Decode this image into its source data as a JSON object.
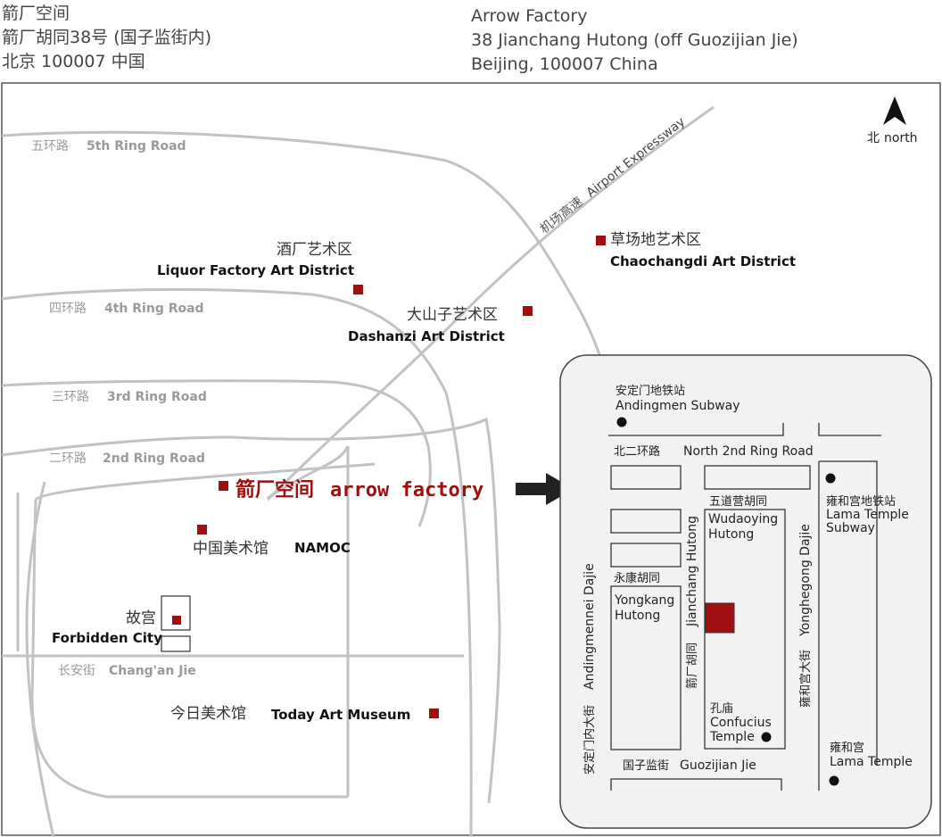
{
  "address_cn": {
    "line1": "箭厂空间",
    "line2": "箭厂胡同38号 (国子监街内)",
    "line3": "北京 100007 中国"
  },
  "address_en": {
    "line1": "Arrow Factory",
    "line2": "38 Jianchang Hutong (off Guozijian Jie)",
    "line3": "Beijing, 100007 China"
  },
  "north": {
    "cn": "北",
    "en": "north"
  },
  "roads": {
    "ring5_cn": "五环路",
    "ring5_en": "5th Ring Road",
    "ring4_cn": "四环路",
    "ring4_en": "4th Ring Road",
    "ring3_cn": "三环路",
    "ring3_en": "3rd Ring Road",
    "ring2_cn": "二环路",
    "ring2_en": "2nd Ring Road",
    "changan_cn": "长安街",
    "changan_en": "Chang'an Jie",
    "airport_cn": "机场高速",
    "airport_en": "Airport Expressway"
  },
  "places": {
    "liquor_cn": "酒厂艺术区",
    "liquor_en": "Liquor Factory Art District",
    "dashanzi_cn": "大山子艺术区",
    "dashanzi_en": "Dashanzi Art District",
    "chaochangdi_cn": "草场地艺术区",
    "chaochangdi_en": "Chaochangdi Art District",
    "arrow_cn": "箭厂空间",
    "arrow_en": "arrow factory",
    "namoc_cn": "中国美术馆",
    "namoc_en": "NAMOC",
    "forbidden_cn": "故宫",
    "forbidden_en": "Forbidden City",
    "today_cn": "今日美术馆",
    "today_en": "Today Art Museum"
  },
  "inset": {
    "andingmen_cn": "安定门地铁站",
    "andingmen_en": "Andingmen Subway",
    "north2_cn": "北二环路",
    "north2_en": "North 2nd Ring Road",
    "wudaoying_cn": "五道营胡同",
    "wudaoying_en1": "Wudaoying",
    "wudaoying_en2": "Hutong",
    "yongkang_cn": "永康胡同",
    "yongkang_en1": "Yongkang",
    "yongkang_en2": "Hutong",
    "lamasub_cn": "雍和宫地铁站",
    "lamasub_en1": "Lama Temple",
    "lamasub_en2": "Subway",
    "confucius_cn": "孔庙",
    "confucius_en1": "Confucius",
    "confucius_en2": "Temple",
    "lama_cn": "雍和宫",
    "lama_en": "Lama Temple",
    "guozijian_cn": "国子监街",
    "guozijian_en": "Guozijian Jie",
    "andingmennei_cn": "安定门内大街",
    "andingmennei_en": "Andingmennei Dajie",
    "jianchang_cn": "箭厂胡同",
    "jianchang_en": "Jianchang Hutong",
    "yonghegong_cn": "雍和宫大街",
    "yonghegong_en": "Yonghegong Dajie"
  },
  "colors": {
    "marker": "#a11010",
    "road": "#bdbdbd",
    "frame": "#555555",
    "inset_bg": "#f2f2f2"
  }
}
